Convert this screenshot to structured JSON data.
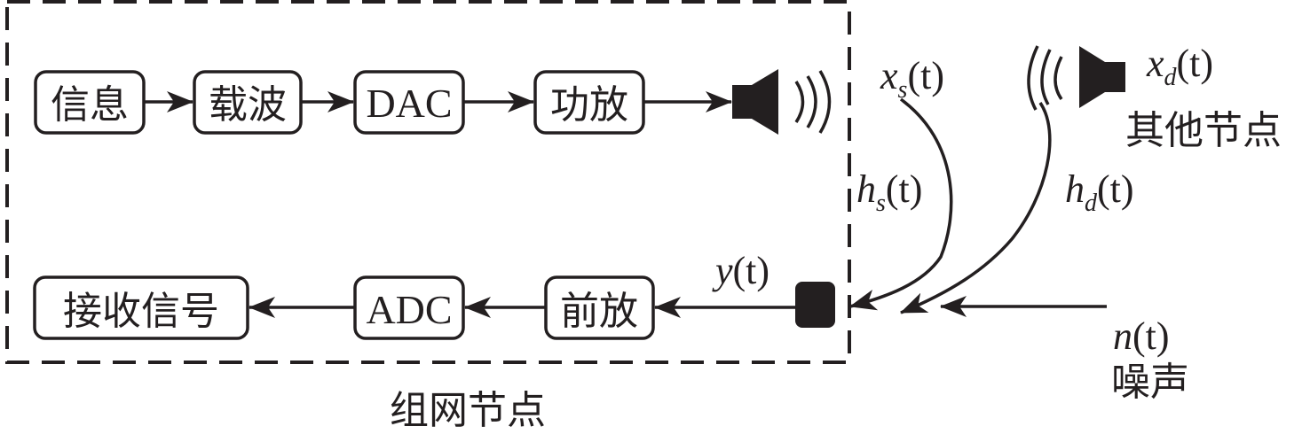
{
  "diagram": {
    "node_group_label": "组网节点",
    "tx_chain": [
      {
        "id": "info",
        "label": "信息"
      },
      {
        "id": "carrier",
        "label": "载波"
      },
      {
        "id": "dac",
        "label": "DAC"
      },
      {
        "id": "pa",
        "label": "功放"
      }
    ],
    "rx_chain": [
      {
        "id": "preamp",
        "label": "前放"
      },
      {
        "id": "adc",
        "label": "ADC"
      },
      {
        "id": "received",
        "label": "接收信号"
      }
    ],
    "signals": {
      "xs": {
        "base": "x",
        "sub": "s",
        "arg": "(t)"
      },
      "hs": {
        "base": "h",
        "sub": "s",
        "arg": "(t)"
      },
      "xd": {
        "base": "x",
        "sub": "d",
        "arg": "(t)"
      },
      "hd": {
        "base": "h",
        "sub": "d",
        "arg": "(t)"
      },
      "y": {
        "base": "y",
        "arg": "(t)"
      },
      "n": {
        "base": "n",
        "arg": "(t)"
      }
    },
    "other_node_label": "其他节点",
    "noise_label": "噪声",
    "icons": {
      "tx_speaker": "speaker-icon",
      "other_speaker": "speaker-icon",
      "hydrophone": "hydrophone-icon"
    }
  }
}
